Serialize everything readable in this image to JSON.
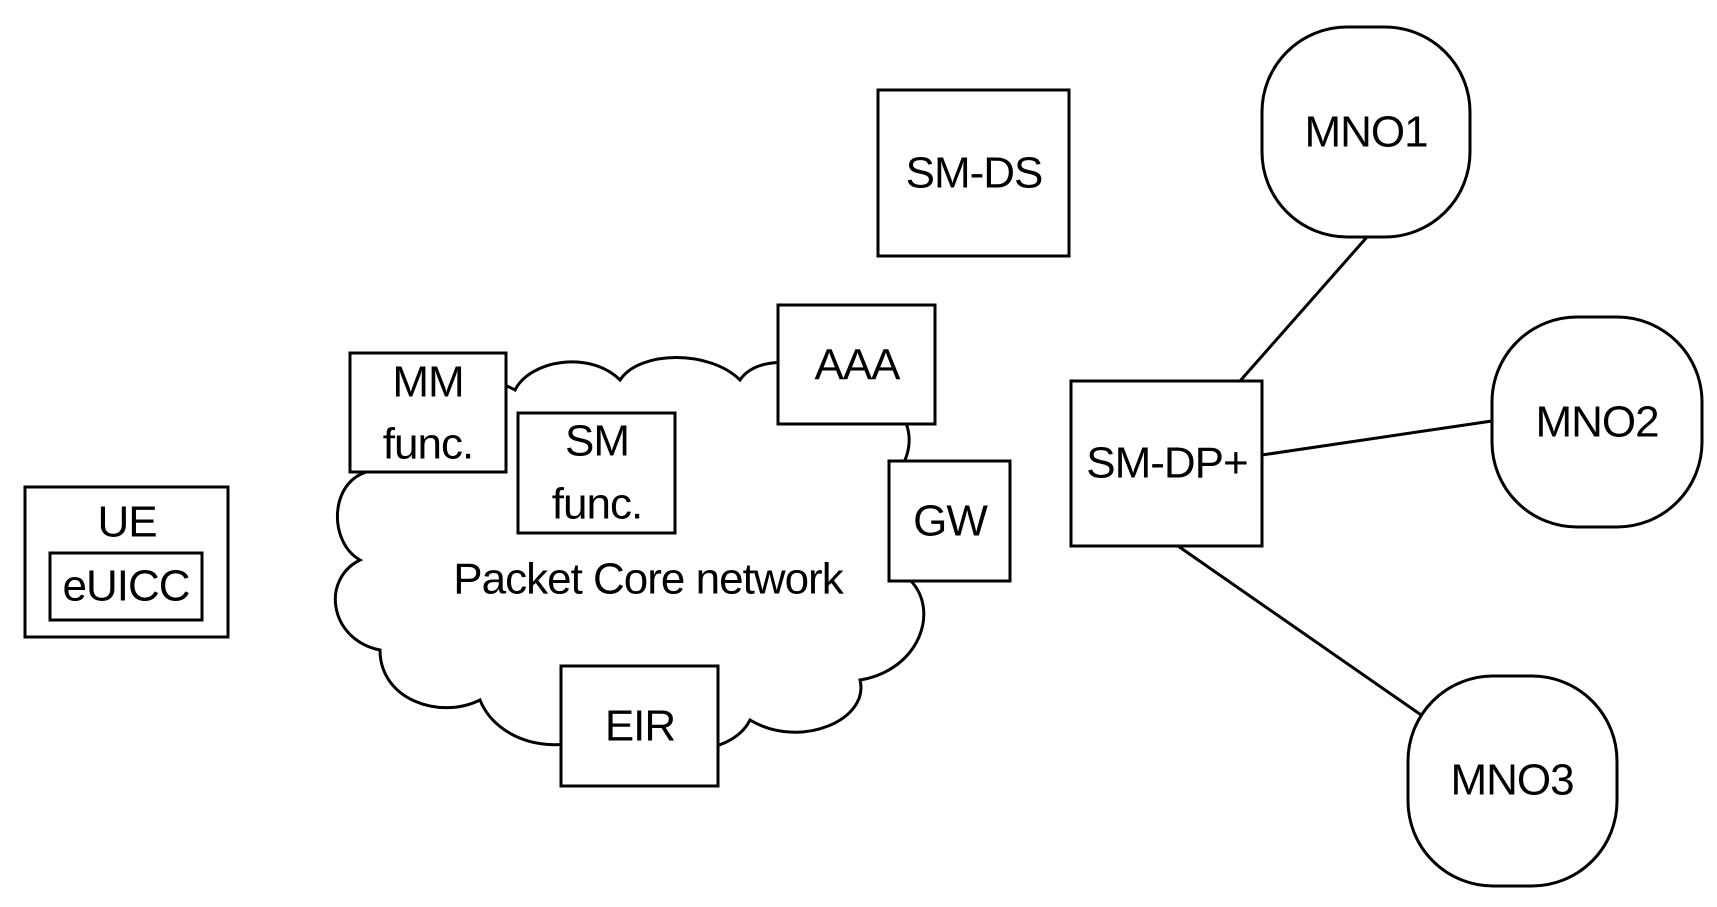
{
  "nodes": {
    "ue": "UE",
    "euicc": "eUICC",
    "mm_func": [
      "MM",
      "func."
    ],
    "sm_func": [
      "SM",
      "func."
    ],
    "packet_core": "Packet Core network",
    "aaa": "AAA",
    "gw": "GW",
    "eir": "EIR",
    "sm_ds": "SM-DS",
    "sm_dp": "SM-DP+",
    "mno1": "MNO1",
    "mno2": "MNO2",
    "mno3": "MNO3"
  },
  "colors": {
    "stroke": "#000000",
    "fill": "#ffffff",
    "text": "#000000"
  }
}
